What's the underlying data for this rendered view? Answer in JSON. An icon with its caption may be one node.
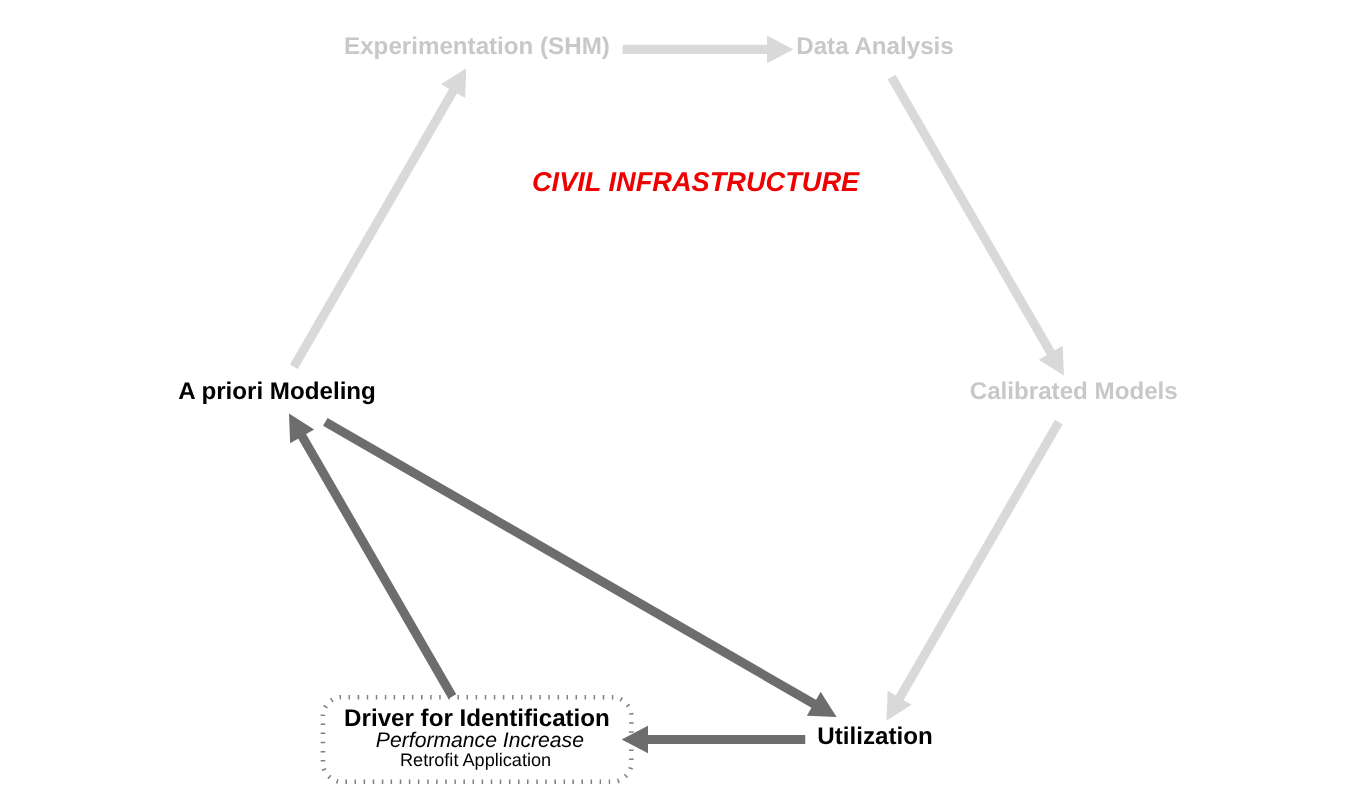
{
  "diagram": {
    "nodes": [
      {
        "text": [
          "Utilization"
        ]
      },
      {
        "text": [
          "Driver for Identification",
          "Performance Increase",
          "Retrofit Application"
        ]
      },
      {
        "text": [
          "A priori Modeling"
        ]
      },
      {
        "text": [
          "Experimentation (SHM)"
        ]
      },
      {
        "text": [
          "Data Analysis"
        ]
      },
      {
        "text": [
          "Calibrated Models"
        ]
      }
    ],
    "edges": [
      {
        "from": 0,
        "to": 1,
        "arrow": "to",
        "color": "#6d6d6d"
      },
      {
        "from": 1,
        "to": 2,
        "arrow": "to",
        "color": "#6d6d6d"
      },
      {
        "from": 2,
        "to": 0,
        "arrow": "to",
        "color": "#6d6d6d"
      },
      {
        "from": 2,
        "to": 3,
        "arrow": "to"
      },
      {
        "from": 3,
        "to": 4,
        "arrow": "to"
      },
      {
        "from": 4,
        "to": 5,
        "arrow": "to"
      },
      {
        "from": 5,
        "to": 0,
        "arrow": "to"
      }
    ],
    "labels": [
      "CIVIL INFRASTRUCTURE"
    ]
  }
}
